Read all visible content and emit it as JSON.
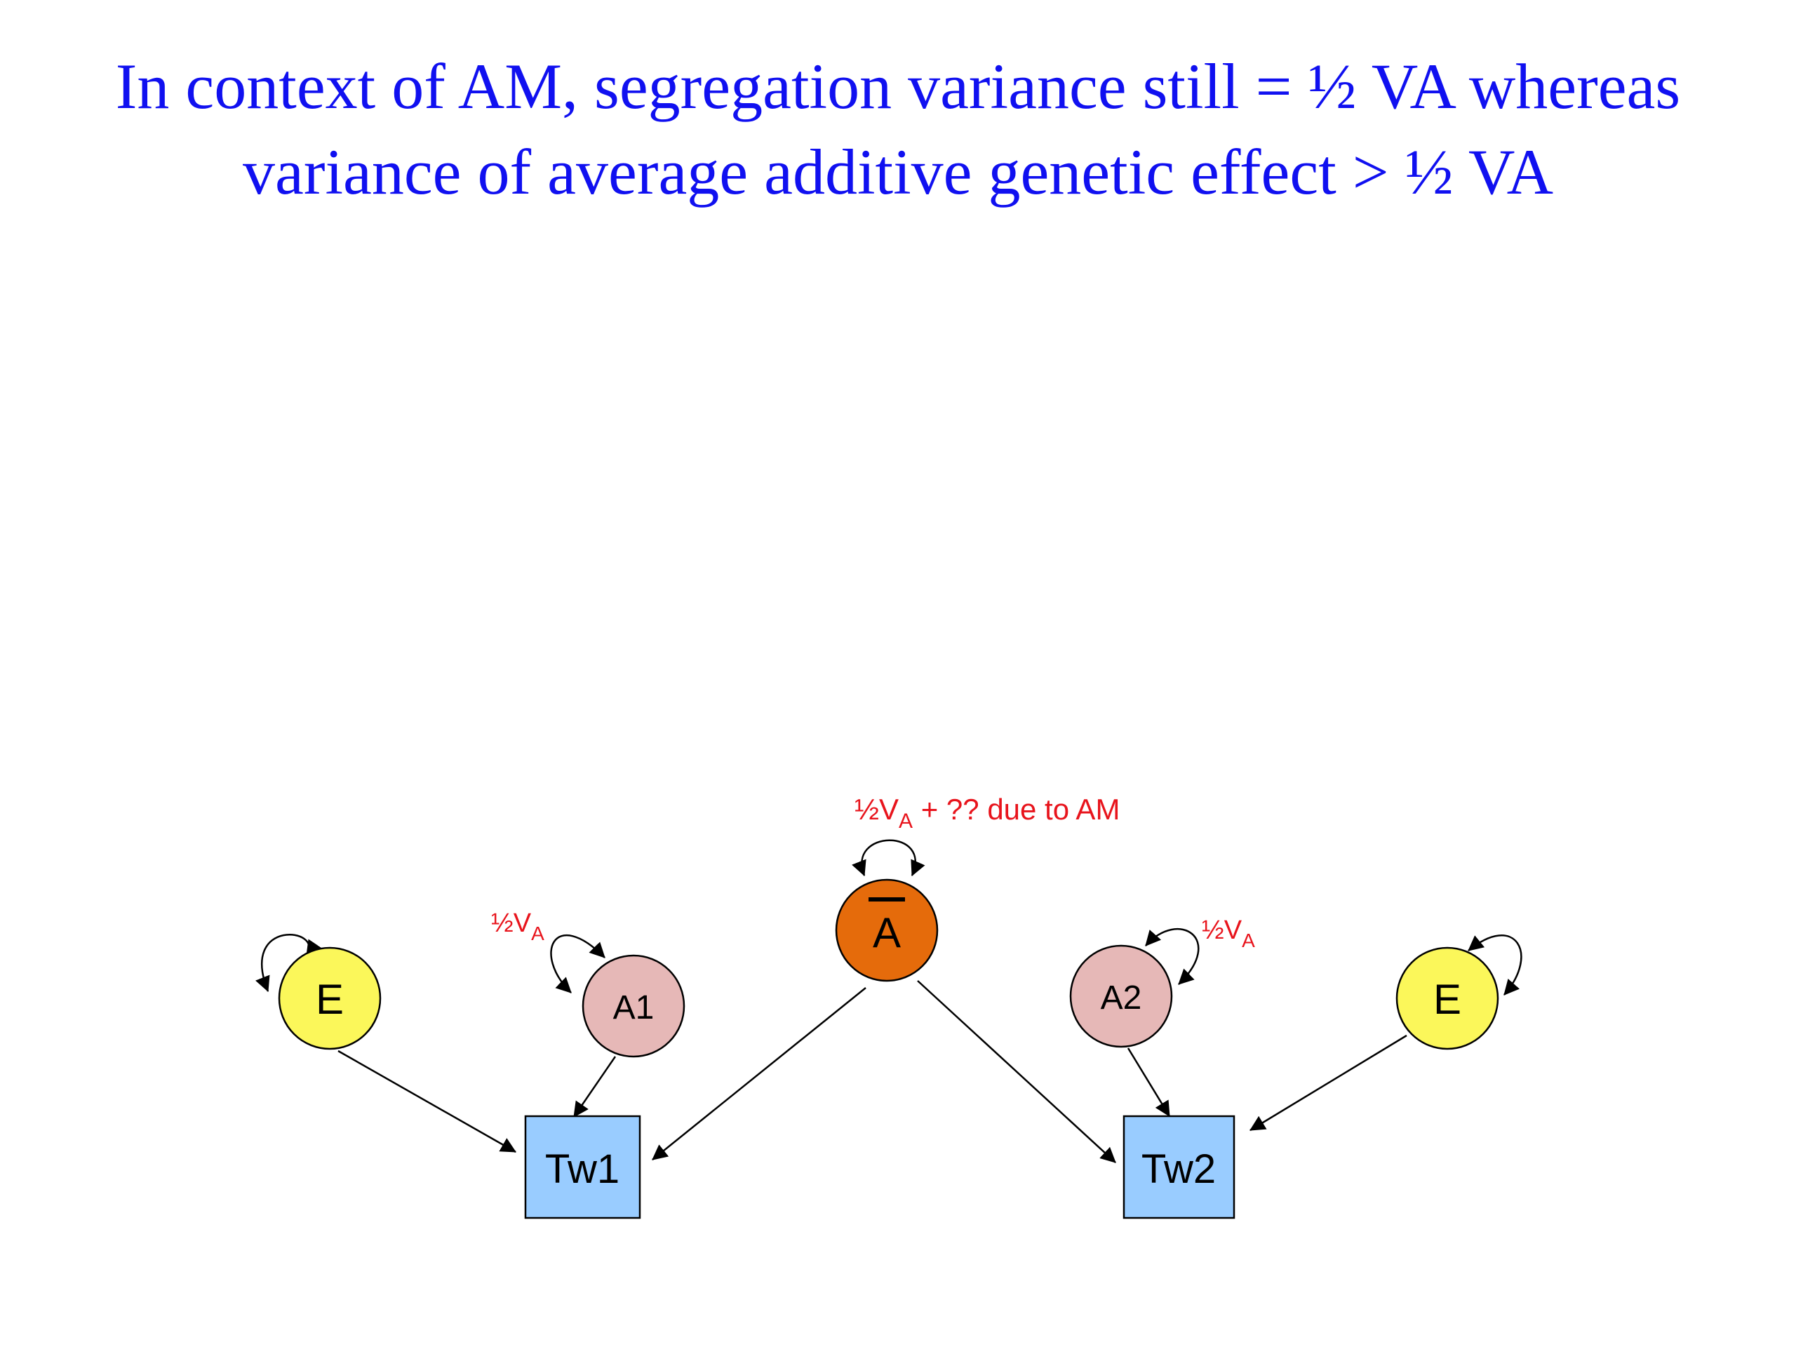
{
  "title": {
    "line1": "In context of AM, segregation variance still = ½ VA whereas",
    "line2": "variance of average additive genetic effect > ½ VA"
  },
  "colors": {
    "title": "#1010f0",
    "label_red": "#e8141c",
    "e_node": "#fbf75a",
    "a_node": "#e6b8b7",
    "abar_node": "#e56b0b",
    "twin_box": "#99ccff"
  },
  "diagram": {
    "nodes": {
      "e_left": "E",
      "a1": "A1",
      "abar": "A",
      "a2": "A2",
      "e_right": "E",
      "tw1": "Tw1",
      "tw2": "Tw2"
    },
    "labels": {
      "half": "½",
      "v": "V",
      "sub_a": "A",
      "abar_suffix": " + ?? due to AM"
    }
  }
}
